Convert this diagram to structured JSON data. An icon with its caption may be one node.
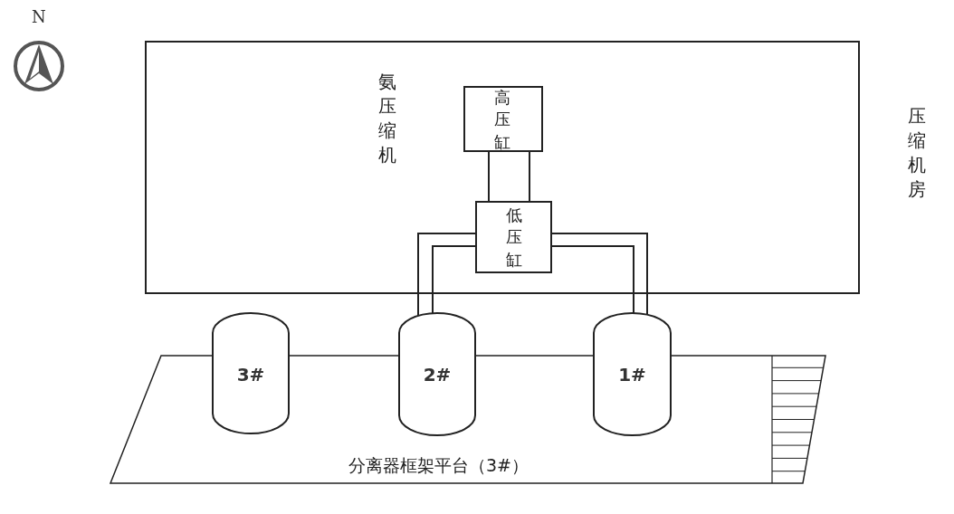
{
  "diagram": {
    "nodes": [
      {
        "text": [
          "氨压缩机"
        ],
        "beside": [
          "压缩机房"
        ]
      },
      {
        "text": [
          "高压缸"
        ],
        "in": 0
      },
      {
        "text": [
          "低压缸"
        ],
        "in": 0
      },
      {
        "text": [
          "分离器框架平台（3#）"
        ]
      },
      {
        "text": [
          "3#"
        ]
      },
      {
        "text": [
          "2#"
        ]
      },
      {
        "text": [
          "1#"
        ]
      }
    ],
    "edges": [
      {
        "from": 1,
        "to": 2,
        "arrow": "none"
      },
      {
        "from": 2,
        "to": 5,
        "arrow": "none"
      },
      {
        "from": 2,
        "to": 6,
        "arrow": "none"
      }
    ],
    "labels": [
      "N"
    ]
  }
}
